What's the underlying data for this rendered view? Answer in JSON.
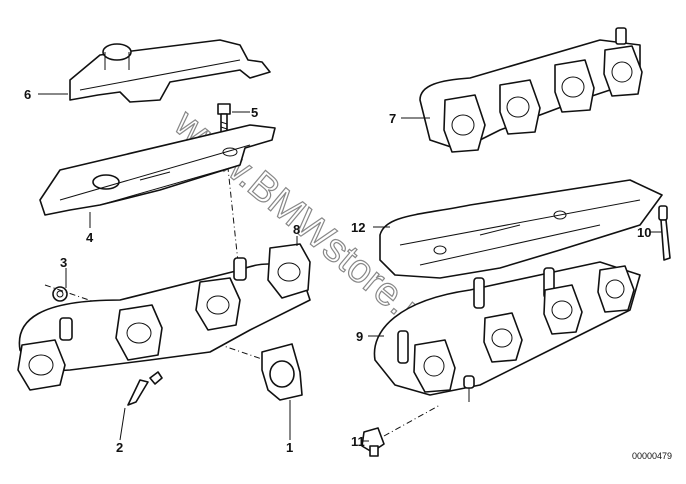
{
  "diagram": {
    "watermark": "www.BMWstore.ru",
    "code": "00000479",
    "callouts": {
      "c1": "1",
      "c2": "2",
      "c3": "3",
      "c4": "4",
      "c5": "5",
      "c6": "6",
      "c7": "7",
      "c8": "8",
      "c9": "9",
      "c10": "10",
      "c11": "11",
      "c12": "12"
    }
  }
}
